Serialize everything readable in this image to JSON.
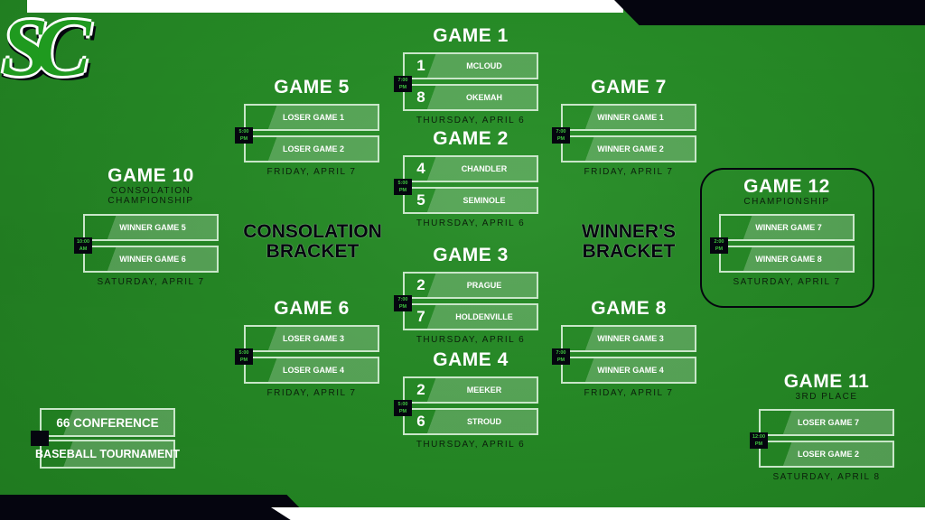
{
  "logo": {
    "text": "SC"
  },
  "brackets": {
    "consolation": [
      "CONSOLATION",
      "BRACKET"
    ],
    "winners": [
      "WINNER'S",
      "BRACKET"
    ]
  },
  "tournament": {
    "line1": "66 CONFERENCE",
    "line2": "BASEBALL TOURNAMENT"
  },
  "games": [
    {
      "id": "game-1",
      "title": "GAME 1",
      "subtitle": "",
      "time": [
        "7:00",
        "PM"
      ],
      "date": "THURSDAY, APRIL 6",
      "rows": [
        {
          "seed": "1",
          "team": "MCLOUD"
        },
        {
          "seed": "8",
          "team": "OKEMAH"
        }
      ]
    },
    {
      "id": "game-2",
      "title": "GAME 2",
      "subtitle": "",
      "time": [
        "5:00",
        "PM"
      ],
      "date": "THURSDAY, APRIL 6",
      "rows": [
        {
          "seed": "4",
          "team": "CHANDLER"
        },
        {
          "seed": "5",
          "team": "SEMINOLE"
        }
      ]
    },
    {
      "id": "game-3",
      "title": "GAME 3",
      "subtitle": "",
      "time": [
        "7:00",
        "PM"
      ],
      "date": "THURSDAY, APRIL 6",
      "rows": [
        {
          "seed": "2",
          "team": "PRAGUE"
        },
        {
          "seed": "7",
          "team": "HOLDENVILLE"
        }
      ]
    },
    {
      "id": "game-4",
      "title": "GAME 4",
      "subtitle": "",
      "time": [
        "5:00",
        "PM"
      ],
      "date": "THURSDAY, APRIL 6",
      "rows": [
        {
          "seed": "2",
          "team": "MEEKER"
        },
        {
          "seed": "6",
          "team": "STROUD"
        }
      ]
    },
    {
      "id": "game-5",
      "title": "GAME 5",
      "subtitle": "",
      "time": [
        "5:00",
        "PM"
      ],
      "date": "FRIDAY, APRIL 7",
      "rows": [
        {
          "seed": "",
          "team": "LOSER GAME 1"
        },
        {
          "seed": "",
          "team": "LOSER GAME 2"
        }
      ]
    },
    {
      "id": "game-6",
      "title": "GAME 6",
      "subtitle": "",
      "time": [
        "5:00",
        "PM"
      ],
      "date": "FRIDAY, APRIL 7",
      "rows": [
        {
          "seed": "",
          "team": "LOSER GAME 3"
        },
        {
          "seed": "",
          "team": "LOSER GAME 4"
        }
      ]
    },
    {
      "id": "game-7",
      "title": "GAME 7",
      "subtitle": "",
      "time": [
        "7:00",
        "PM"
      ],
      "date": "FRIDAY, APRIL 7",
      "rows": [
        {
          "seed": "",
          "team": "WINNER GAME 1"
        },
        {
          "seed": "",
          "team": "WINNER GAME 2"
        }
      ]
    },
    {
      "id": "game-8",
      "title": "GAME 8",
      "subtitle": "",
      "time": [
        "7:00",
        "PM"
      ],
      "date": "FRIDAY, APRIL 7",
      "rows": [
        {
          "seed": "",
          "team": "WINNER GAME 3"
        },
        {
          "seed": "",
          "team": "WINNER GAME 4"
        }
      ]
    },
    {
      "id": "game-10",
      "title": "GAME 10",
      "subtitle": "CONSOLATION CHAMPIONSHIP",
      "time": [
        "10:00",
        "AM"
      ],
      "date": "SATURDAY, APRIL 7",
      "rows": [
        {
          "seed": "",
          "team": "WINNER GAME 5"
        },
        {
          "seed": "",
          "team": "WINNER GAME 6"
        }
      ]
    },
    {
      "id": "game-12",
      "title": "GAME 12",
      "subtitle": "CHAMPIONSHIP",
      "time": [
        "2:00",
        "PM"
      ],
      "date": "SATURDAY, APRIL 7",
      "rows": [
        {
          "seed": "",
          "team": "WINNER GAME 7"
        },
        {
          "seed": "",
          "team": "WINNER GAME 8"
        }
      ]
    },
    {
      "id": "game-11",
      "title": "GAME 11",
      "subtitle": "3RD PLACE",
      "time": [
        "12:00",
        "PM"
      ],
      "date": "SATURDAY, APRIL 8",
      "rows": [
        {
          "seed": "",
          "team": "LOSER GAME 7"
        },
        {
          "seed": "",
          "team": "LOSER GAME 2"
        }
      ]
    }
  ]
}
